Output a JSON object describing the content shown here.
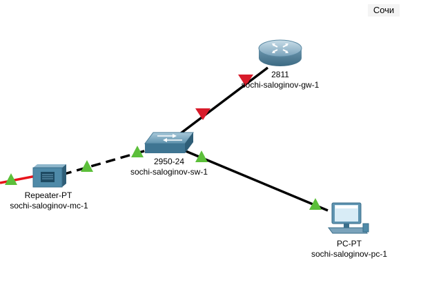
{
  "city_label": "Сочи",
  "devices": {
    "router": {
      "model": "2811",
      "hostname": "sochi-saloginov-gw-1",
      "icon": "router-icon"
    },
    "switch": {
      "model": "2950-24",
      "hostname": "sochi-saloginov-sw-1",
      "icon": "switch-icon"
    },
    "repeater": {
      "model": "Repeater-PT",
      "hostname": "sochi-saloginov-mc-1",
      "icon": "repeater-icon"
    },
    "pc": {
      "model": "PC-PT",
      "hostname": "sochi-saloginov-pc-1",
      "icon": "pc-icon"
    }
  },
  "links": [
    {
      "from": "switch",
      "to": "router",
      "style": "solid",
      "color": "#000000",
      "status": [
        "down",
        "down"
      ]
    },
    {
      "from": "switch",
      "to": "pc",
      "style": "solid",
      "color": "#000000",
      "status": [
        "up",
        "up"
      ]
    },
    {
      "from": "repeater",
      "to": "switch",
      "style": "dashed",
      "color": "#000000",
      "status": [
        "up",
        "up"
      ]
    },
    {
      "from": "external",
      "to": "repeater",
      "style": "solid",
      "color": "#e8141b",
      "status": [
        "up"
      ]
    }
  ],
  "colors": {
    "link_up": "#5cbf3a",
    "link_down": "#d81b2a",
    "device_blue": "#4f93b3"
  }
}
